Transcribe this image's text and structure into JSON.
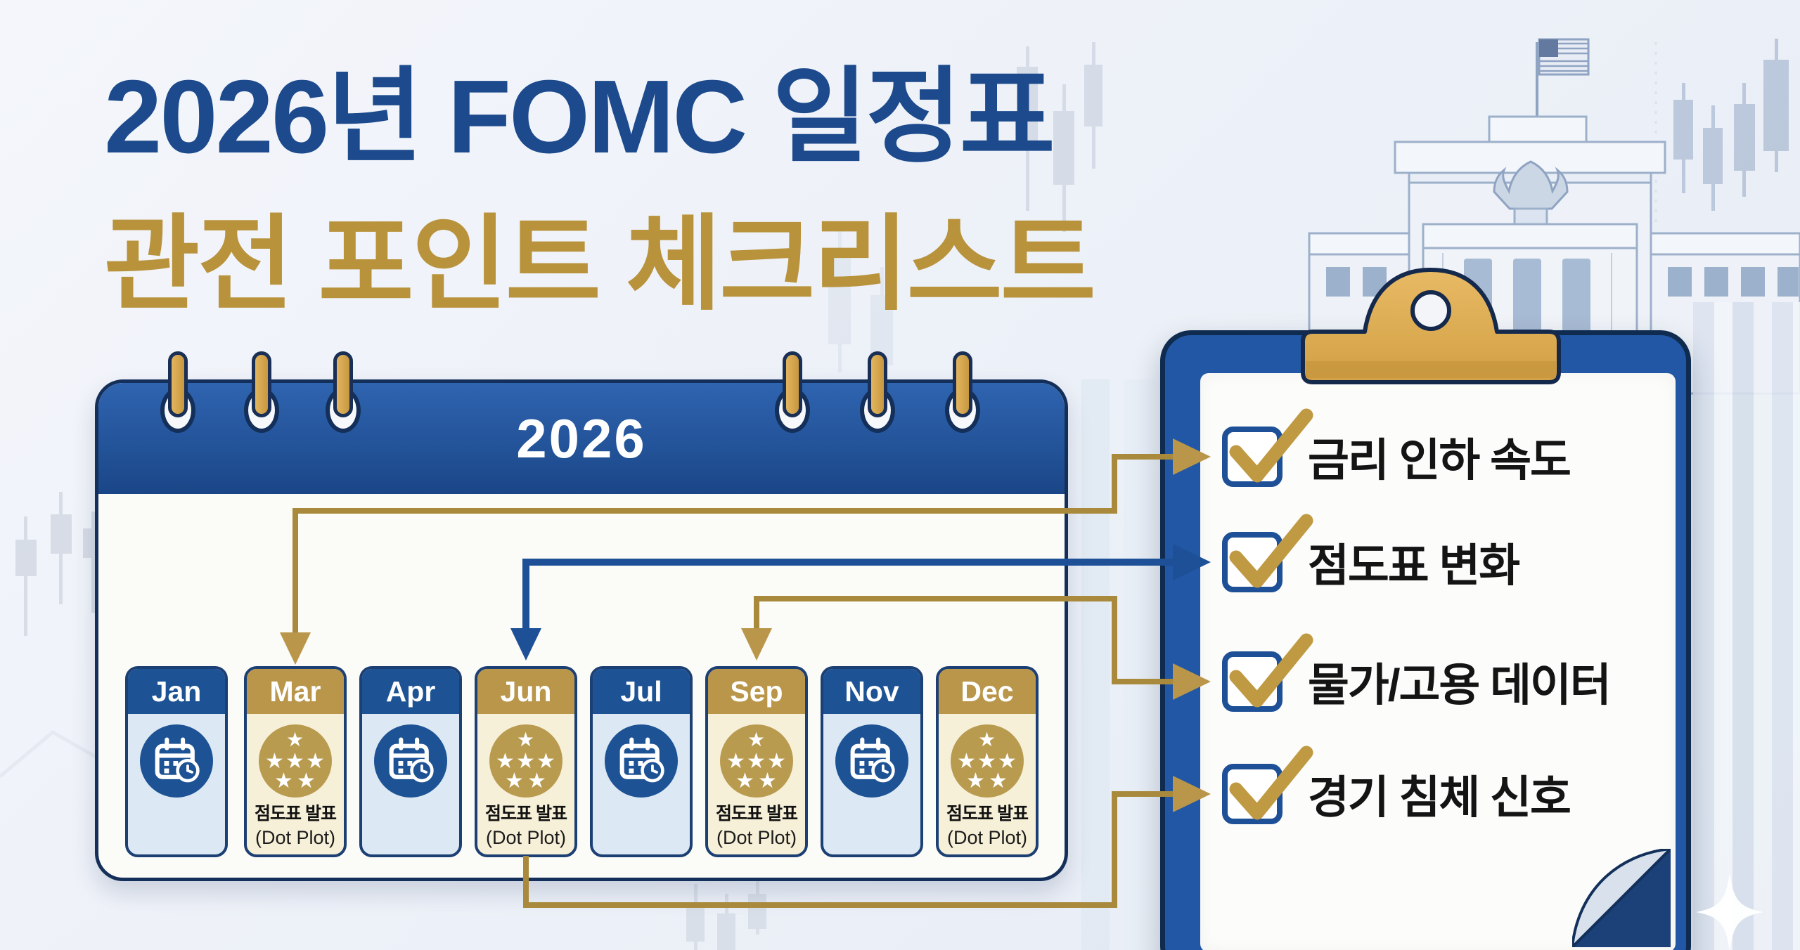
{
  "palette": {
    "bg": "#eef1f7",
    "title-navy": "#1c4a8c",
    "title-gold": "#b8933c",
    "cal-border": "#14305a",
    "header-blue-1": "#2f64b0",
    "header-blue-2": "#1a4687",
    "month-blue": "#1d5294",
    "month-blue-body": "#dce8f4",
    "month-gold": "#b9964a",
    "month-gold-body": "#f7f0d8",
    "gold-circle": "#b99b50",
    "gold-line": "#a98a3d",
    "blue-line": "#1d5096",
    "clip-gold": "#ddab52",
    "frame-blue": "#2157a5",
    "frame-border": "#0f2b50",
    "paper": "#fcfcfa",
    "check-gold": "#c09a42",
    "box-blue": "#1d5096",
    "text-black": "#141414",
    "ring-gold": "#d2a74f"
  },
  "title": {
    "line1": "2026년 FOMC 일정표",
    "line2": "관전 포인트 체크리스트"
  },
  "calendar": {
    "year": "2026",
    "months": [
      {
        "label": "Jan",
        "type": "regular"
      },
      {
        "label": "Mar",
        "type": "dotplot",
        "note_kr": "점도표 발표",
        "note_en": "(Dot Plot)"
      },
      {
        "label": "Apr",
        "type": "regular"
      },
      {
        "label": "Jun",
        "type": "dotplot",
        "note_kr": "점도표 발표",
        "note_en": "(Dot Plot)"
      },
      {
        "label": "Jul",
        "type": "regular"
      },
      {
        "label": "Sep",
        "type": "dotplot",
        "note_kr": "점도표 발표",
        "note_en": "(Dot Plot)"
      },
      {
        "label": "Nov",
        "type": "regular"
      },
      {
        "label": "Dec",
        "type": "dotplot",
        "note_kr": "점도표 발표",
        "note_en": "(Dot Plot)"
      }
    ]
  },
  "checklist": {
    "items": [
      {
        "label": "금리 인하 속도"
      },
      {
        "label": "점도표 변화"
      },
      {
        "label": "물가/고용 데이터"
      },
      {
        "label": "경기 침체 신호"
      }
    ]
  },
  "glyphs": {
    "star": "★"
  }
}
